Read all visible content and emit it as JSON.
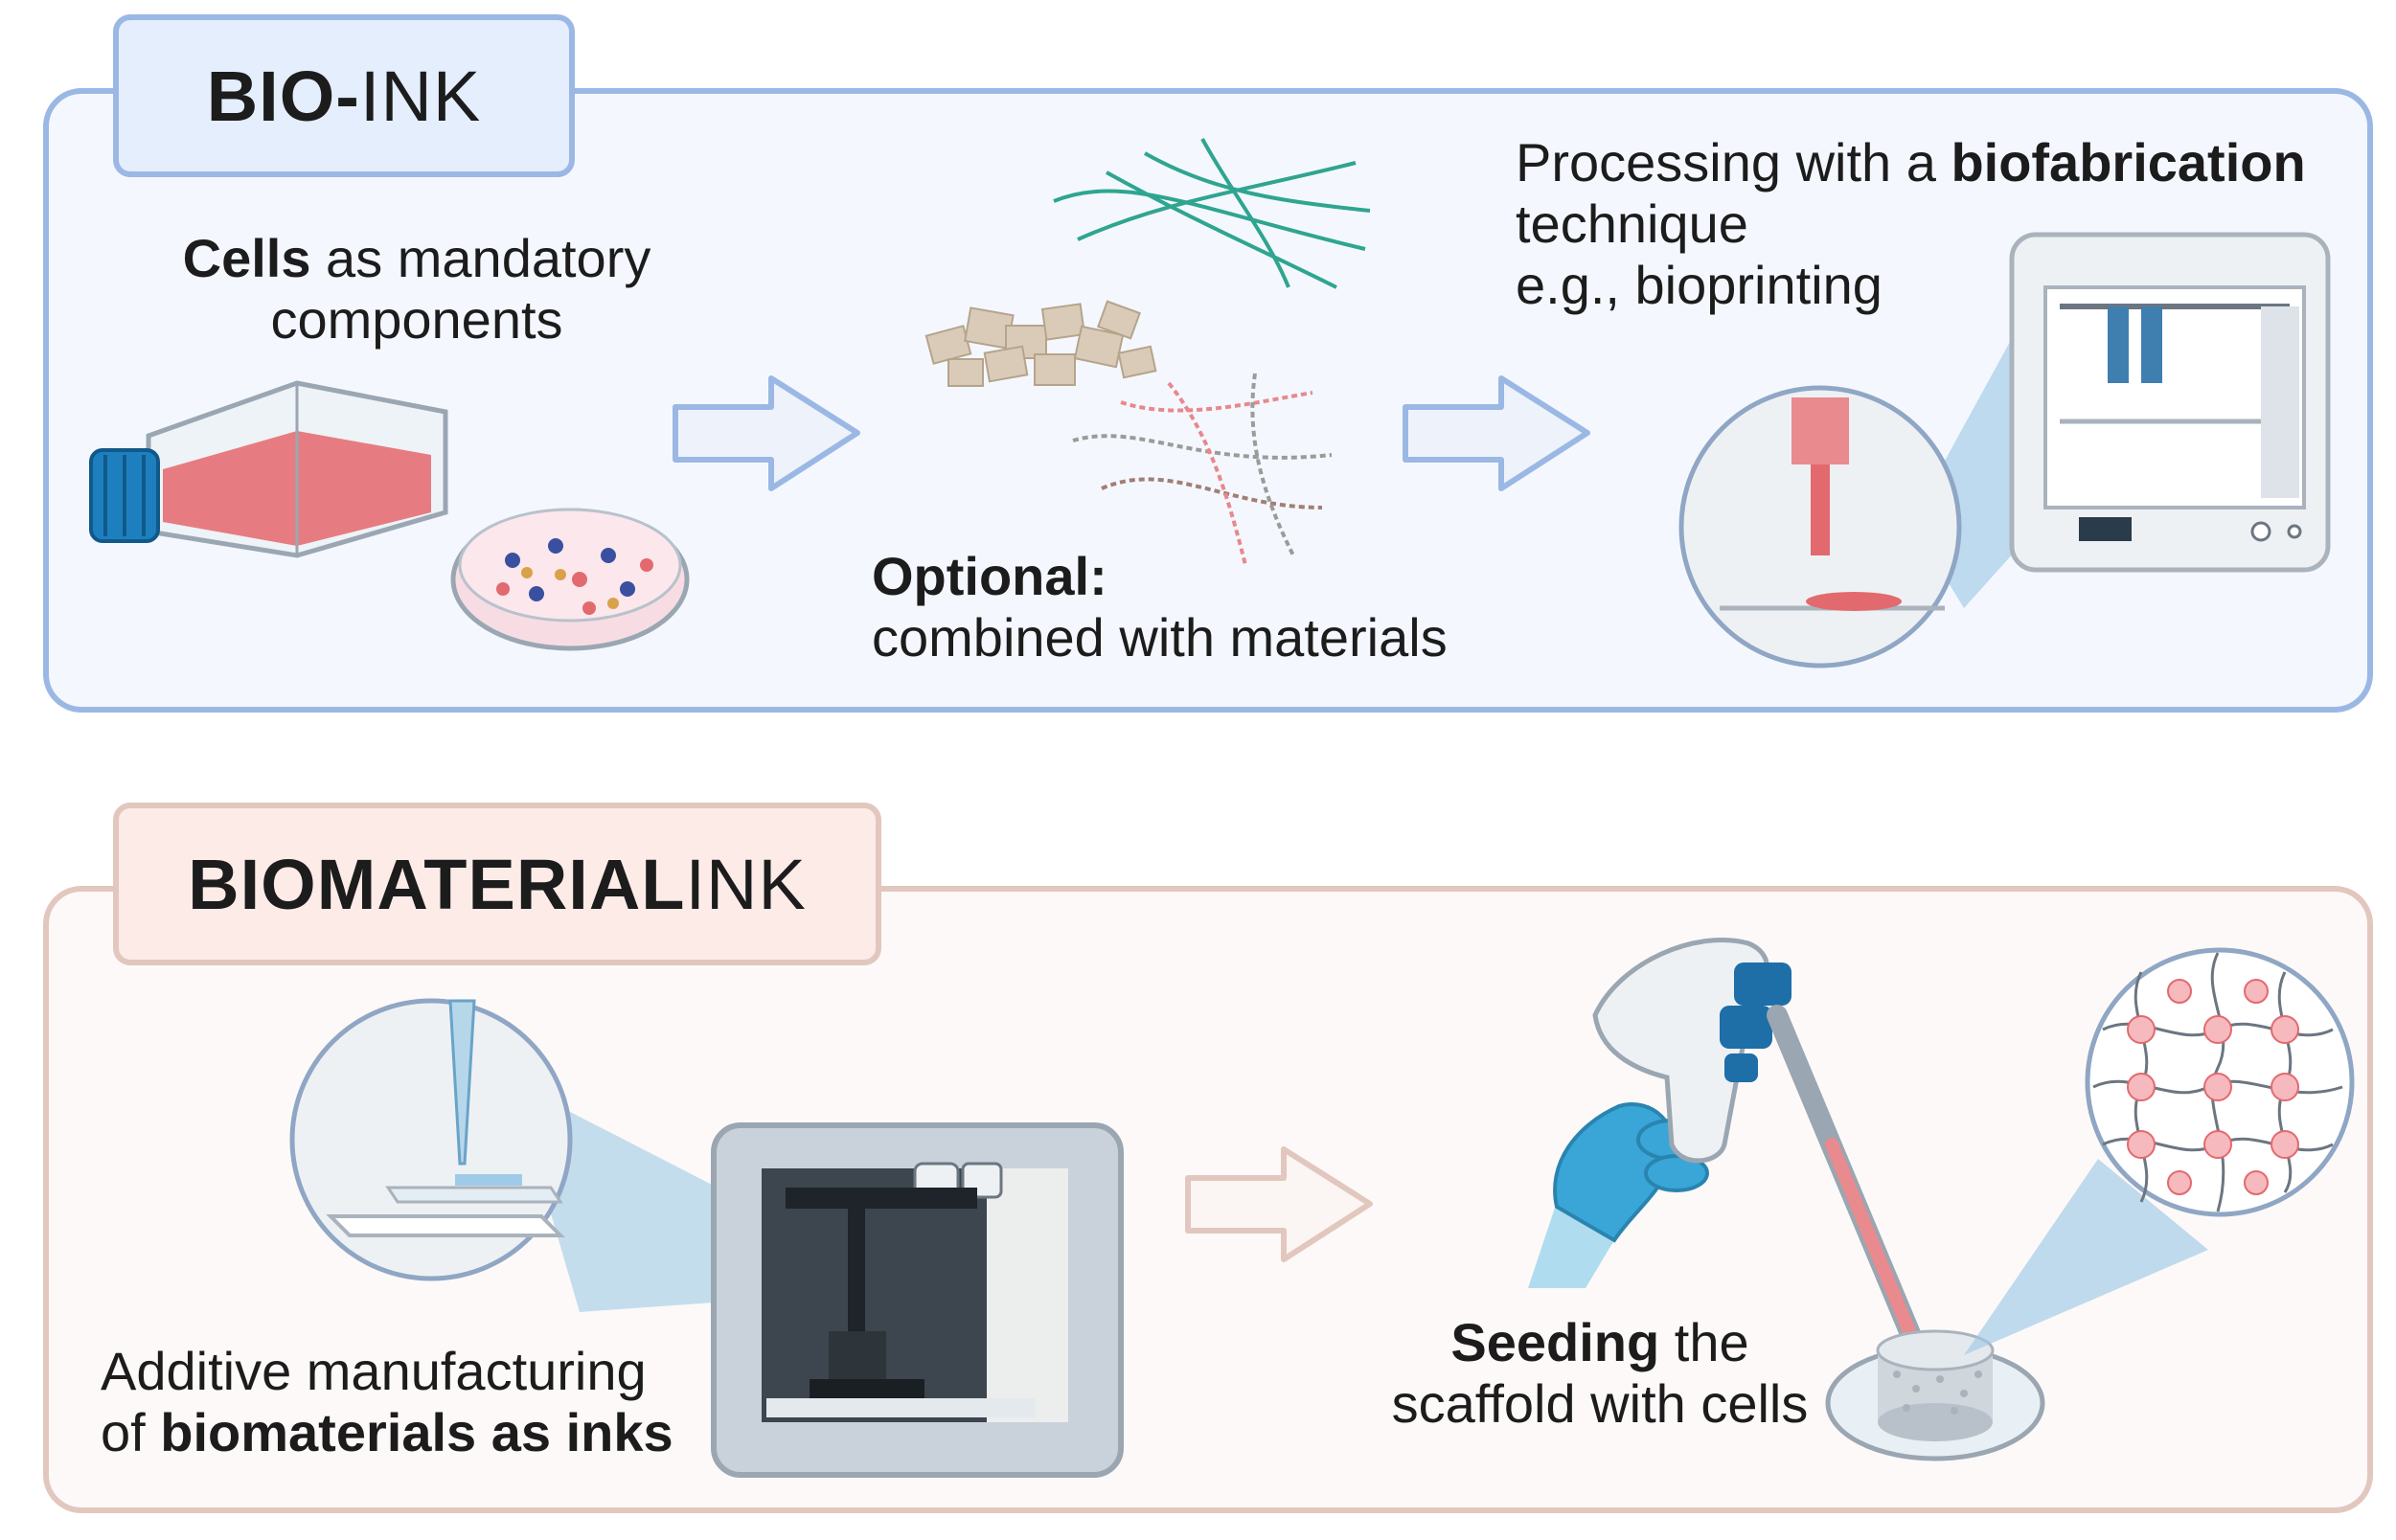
{
  "bioink": {
    "tab_bold": "BIO-",
    "tab_rest": "INK",
    "cells_bold": "Cells",
    "cells_rest": " as mandatory",
    "cells_line2": "components",
    "optional_bold": "Optional:",
    "optional_line2": "combined with materials",
    "processing_pre": "Processing with a ",
    "processing_bold": "biofabrication",
    "processing_line2": "technique",
    "processing_line3": "e.g., bioprinting"
  },
  "biomaterial": {
    "tab_bold": "BIOMATERIAL",
    "tab_rest": " INK",
    "additive_line1": "Additive manufacturing",
    "additive_pre": "of ",
    "additive_bold": "biomaterials as inks",
    "seeding_bold": "Seeding",
    "seeding_rest": " the",
    "seeding_line2": "scaffold with cells"
  },
  "colors": {
    "bioink_border": "#9bb8e4",
    "bioink_fill": "#f4f8fe",
    "biomaterial_border": "#e2c7be",
    "biomaterial_fill": "#fdf9f8",
    "cell_red": "#e26a6e",
    "glove_blue": "#3aa6d8"
  },
  "icons": [
    "culture-flask-icon",
    "petri-dish-icon",
    "fiber-icon",
    "particles-icon",
    "polymer-icon",
    "bioprinter-icon",
    "nozzle-zoom-icon",
    "3d-printer-icon",
    "pipette-icon",
    "glove-hand-icon",
    "scaffold-dish-icon",
    "cell-network-zoom-icon",
    "arrow-right-icon"
  ]
}
